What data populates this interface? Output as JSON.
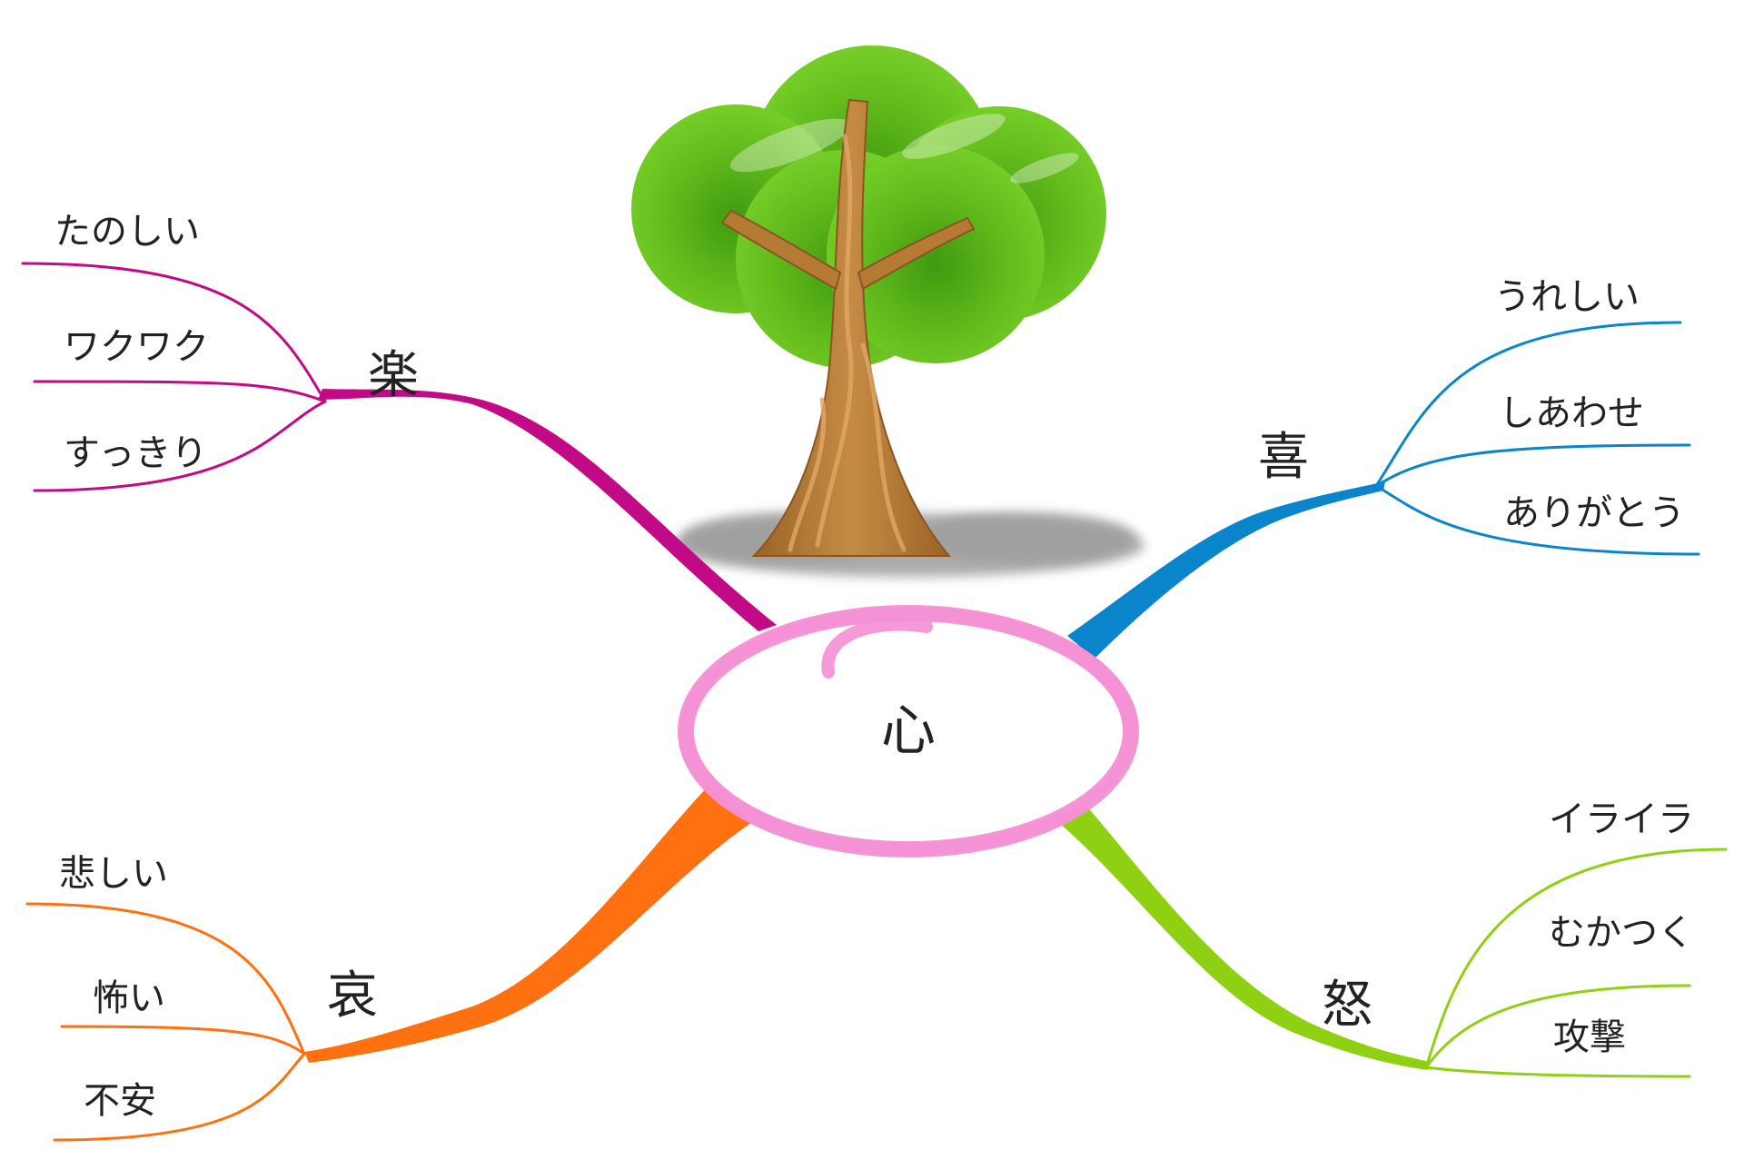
{
  "center": {
    "label": "心",
    "ring_color": "#f48fd4"
  },
  "branches": [
    {
      "key": "raku",
      "label": "楽",
      "color": "#c20a86",
      "leaves": [
        "たのしい",
        "ワクワク",
        "すっきり"
      ]
    },
    {
      "key": "ki",
      "label": "喜",
      "color": "#0a85cc",
      "leaves": [
        "うれしい",
        "しあわせ",
        "ありがとう"
      ]
    },
    {
      "key": "ai",
      "label": "哀",
      "color": "#ff7010",
      "leaves": [
        "悲しい",
        "怖い",
        "不安"
      ]
    },
    {
      "key": "do",
      "label": "怒",
      "color": "#90d012",
      "leaves": [
        "イライラ",
        "むかつく",
        "攻撃"
      ]
    }
  ],
  "tree": {
    "leaf_color": "#6cc820",
    "trunk_color": "#b57b35",
    "shadow_color": "#9e9e9e"
  }
}
